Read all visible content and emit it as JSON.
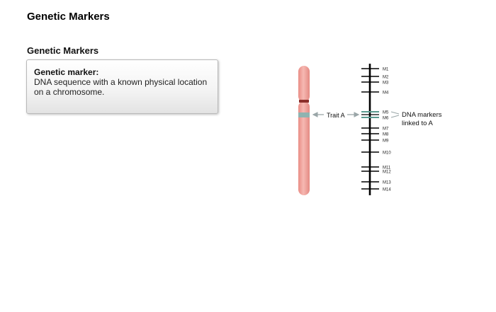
{
  "page": {
    "title": "Genetic Markers"
  },
  "section": {
    "title": "Genetic Markers"
  },
  "definition": {
    "term": "Genetic marker:",
    "text": "DNA sequence with a known physical location on a chromosome."
  },
  "diagram": {
    "trait_label": "Trait A",
    "linked_label_line1": "DNA markers",
    "linked_label_line2": "linked to A",
    "markers": [
      "M1",
      "M2",
      "M3",
      "M4",
      "M5",
      "M6",
      "M7",
      "M8",
      "M9",
      "M10",
      "M11",
      "M12",
      "M13",
      "M14"
    ],
    "linked_markers": [
      "M5",
      "M6"
    ],
    "colors": {
      "chromosome": "#f2a9a3",
      "centromere": "#8b2e2a",
      "trait_band": "#8fb3b0",
      "linked_marker": "#5a9a90",
      "map_line": "#000000",
      "arrow": "#9aa6a8"
    }
  }
}
